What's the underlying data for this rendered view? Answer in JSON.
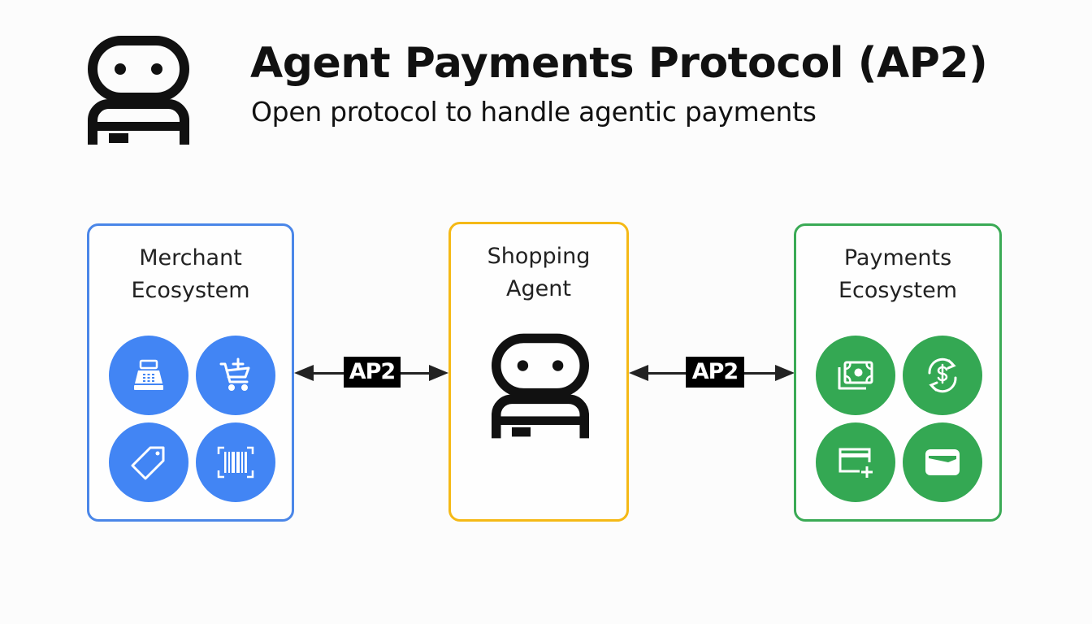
{
  "header": {
    "title": "Agent Payments Protocol (AP2)",
    "subtitle": "Open protocol to handle agentic payments",
    "logo_icon": "robot-agent-icon"
  },
  "colors": {
    "merchant": "#4285f4",
    "agent": "#f5b916",
    "payments": "#34a853",
    "ink": "#111111",
    "background": "#fcfcfc"
  },
  "diagram": {
    "merchant": {
      "label_line1": "Merchant",
      "label_line2": "Ecosystem",
      "icons": [
        "cash-register-icon",
        "add-to-cart-icon",
        "price-tag-icon",
        "barcode-scan-icon"
      ]
    },
    "agent": {
      "label_line1": "Shopping",
      "label_line2": "Agent",
      "icon": "robot-agent-icon"
    },
    "payments": {
      "label_line1": "Payments",
      "label_line2": "Ecosystem",
      "icons": [
        "banknotes-icon",
        "currency-exchange-icon",
        "add-card-icon",
        "wallet-icon"
      ]
    },
    "connectors": [
      {
        "label": "AP2",
        "from": "Merchant Ecosystem",
        "to": "Shopping Agent",
        "direction": "bidirectional"
      },
      {
        "label": "AP2",
        "from": "Shopping Agent",
        "to": "Payments Ecosystem",
        "direction": "bidirectional"
      }
    ]
  }
}
